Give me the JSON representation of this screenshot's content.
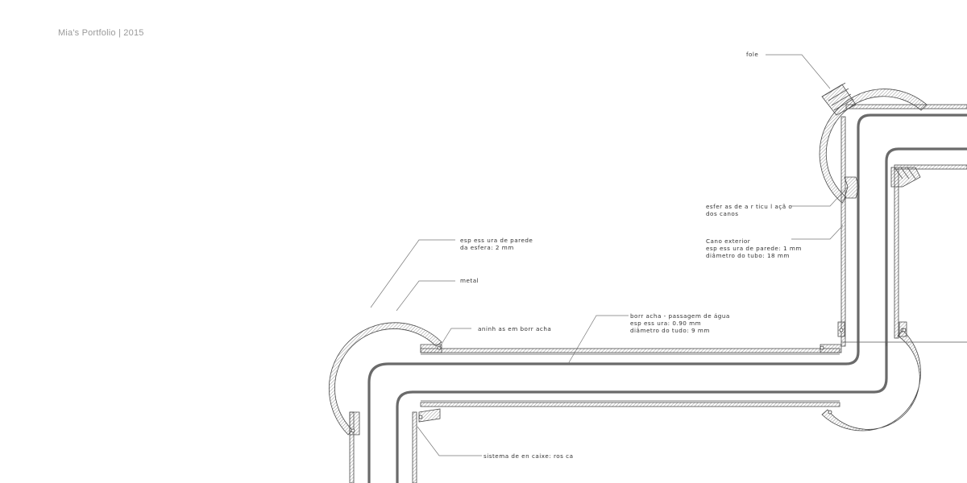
{
  "header": {
    "title": "Mia's Portfolio | 2015"
  },
  "labels": {
    "fole": "fole",
    "esferas_line1": "esfer  as de a  r ticu  l açã o",
    "esferas_line2": "dos  canos",
    "cano_line1": "Cano  exterior",
    "cano_line2": "esp ess ura de    parede: 1 mm",
    "cano_line3": "diâmetro do tubo: 18 mm",
    "espessura_line1": "esp ess ura de     parede",
    "espessura_line2": "da esfera: 2 mm",
    "metal": "metal",
    "anilhas": "aninh  as em borr   acha",
    "borracha_line1": "borr  acha -   passagem de  água",
    "borracha_line2": "esp ess ura: 0.90 mm",
    "borracha_line3": "diâmetro do tudo: 9 mm",
    "sistema": "sistema de en  caixe: ros  ca"
  }
}
